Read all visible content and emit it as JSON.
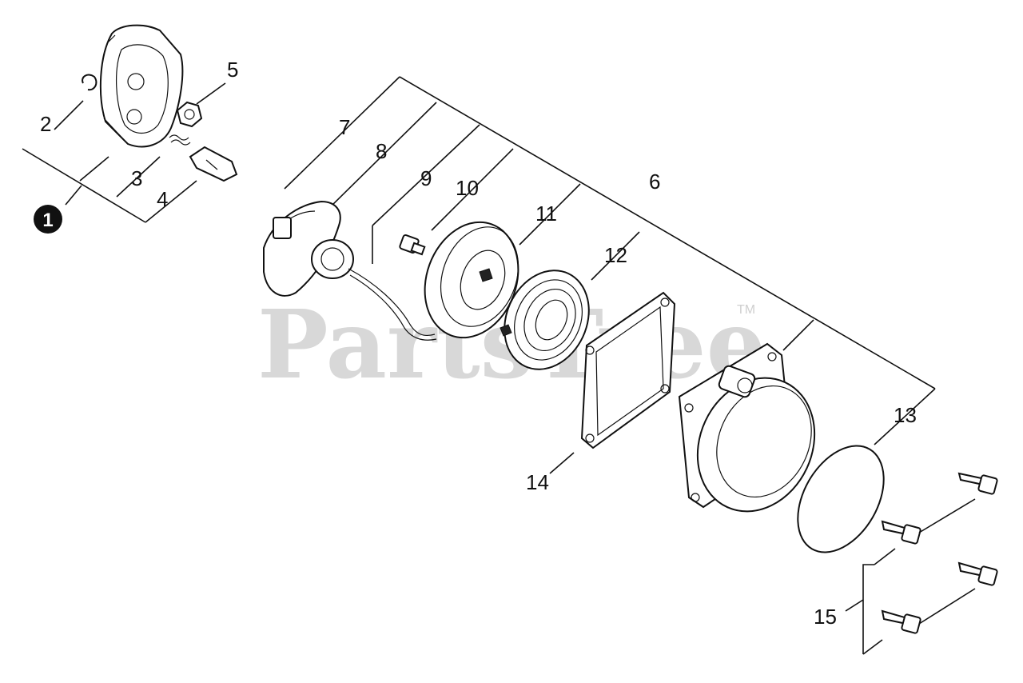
{
  "watermark": {
    "text": "PartsTree",
    "trademark": "TM"
  },
  "callouts": [
    {
      "id": "c1",
      "text": ""
    },
    {
      "id": "c2",
      "text": "2"
    },
    {
      "id": "c3",
      "text": "3"
    },
    {
      "id": "c4",
      "text": "4"
    },
    {
      "id": "c5",
      "text": "5"
    },
    {
      "id": "c6",
      "text": "6"
    },
    {
      "id": "c7",
      "text": "7"
    },
    {
      "id": "c8",
      "text": "8"
    },
    {
      "id": "c9",
      "text": "9"
    },
    {
      "id": "c10",
      "text": "10"
    },
    {
      "id": "c11",
      "text": "11"
    },
    {
      "id": "c12",
      "text": "12"
    },
    {
      "id": "c13",
      "text": "13"
    },
    {
      "id": "c14",
      "text": "14"
    },
    {
      "id": "c15",
      "text": "15"
    }
  ],
  "badge": {
    "text": "1"
  }
}
